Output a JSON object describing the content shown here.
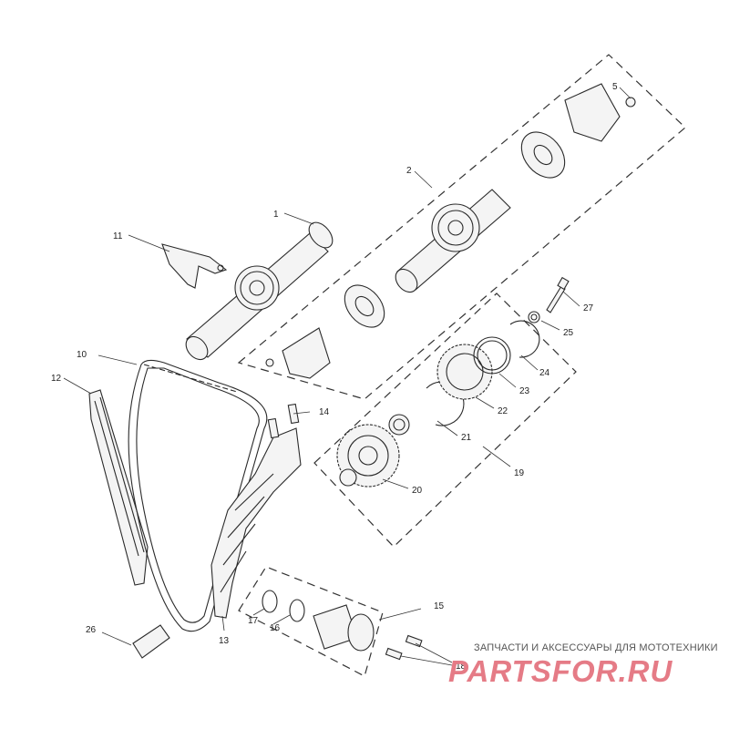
{
  "callouts": {
    "c1": "1",
    "c2": "2",
    "c5": "5",
    "c10": "10",
    "c11": "11",
    "c12": "12",
    "c13": "13",
    "c14": "14",
    "c15": "15",
    "c16": "16",
    "c17": "17",
    "c18": "18",
    "c19": "19",
    "c20": "20",
    "c21": "21",
    "c22": "22",
    "c23": "23",
    "c24": "24",
    "c25": "25",
    "c26": "26",
    "c27": "27"
  },
  "watermark": {
    "tagline": "ЗАПЧАСТИ И АКСЕССУАРЫ ДЛЯ МОТОТЕХНИКИ",
    "logo": "PARTSFOR.RU"
  }
}
